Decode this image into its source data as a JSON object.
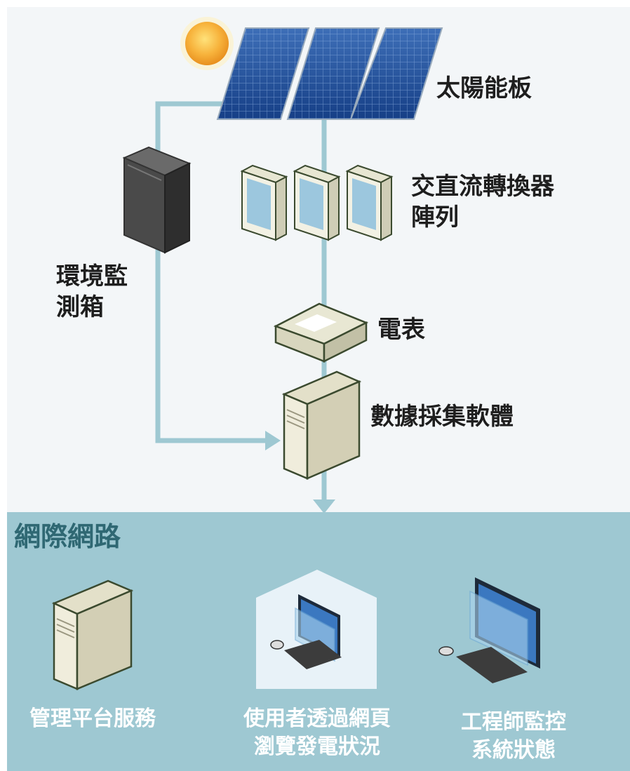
{
  "labels": {
    "solar_panels": "太陽能板",
    "inverter_array": "交直流轉換器\n陣列",
    "env_box": "環境監\n測箱",
    "meter": "電表",
    "data_software": "數據採集軟體"
  },
  "internet": {
    "title": "網際網路",
    "items": [
      {
        "label": "管理平台服務"
      },
      {
        "label": "使用者透過網頁\n瀏覽發電狀況"
      },
      {
        "label": "工程師監控\n系統狀態"
      }
    ]
  },
  "colors": {
    "background_top": "#f3f6f8",
    "background_bottom": "#9ec8d2",
    "connector": "#9ec8d2",
    "title_text": "#2f6873"
  }
}
